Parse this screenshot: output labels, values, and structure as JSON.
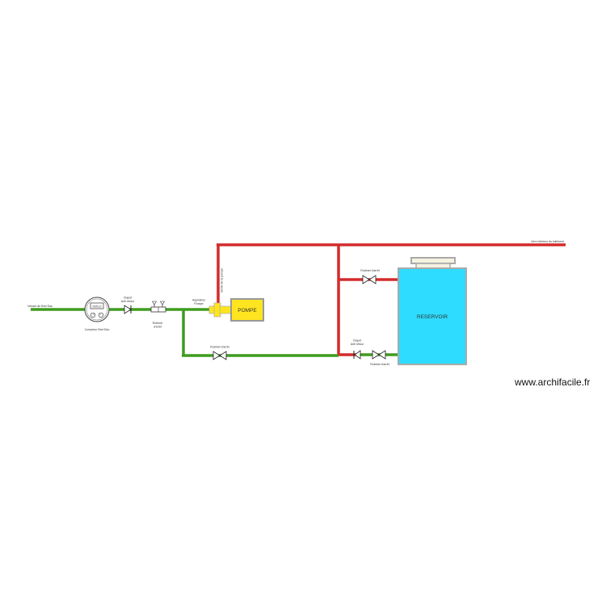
{
  "colors": {
    "supply_pipe": "#3f9c1f",
    "return_pipe": "#d42b2b",
    "pump_fill": "#ffe51f",
    "tank_fill": "#2ddcff",
    "component_stroke": "#999999"
  },
  "labels": {
    "water_inlet": "Venant du Bret Eau",
    "meter": "Compteur Bret Eau",
    "meter_display": "00012",
    "check_valve_1": [
      "Clapet",
      "Anti retour"
    ],
    "valve_1": [
      "Robinet",
      "d'arrêt"
    ],
    "pump_suction": [
      "Aspiration",
      "Pompe"
    ],
    "pump_discharge": "Sortie de la pompe",
    "pump": "POMPE",
    "valve_bottom": "Robinet d'arrêt",
    "check_valve_2": [
      "Clapet",
      "Anti retour"
    ],
    "valve_tank_outlet": "Robinet d'arrêt",
    "valve_tank_inlet": "Robinet d'arrêt",
    "building_supply": "Vers intérieur du bâtiment",
    "tank": "RESERVOIR"
  },
  "icons": {
    "meter": "water-meter-icon",
    "check_valve": "check-valve-icon",
    "gate_valve": "gate-valve-icon",
    "pressure_valve": "pressure-valve-icon"
  },
  "watermark": "www.archifacile.fr"
}
